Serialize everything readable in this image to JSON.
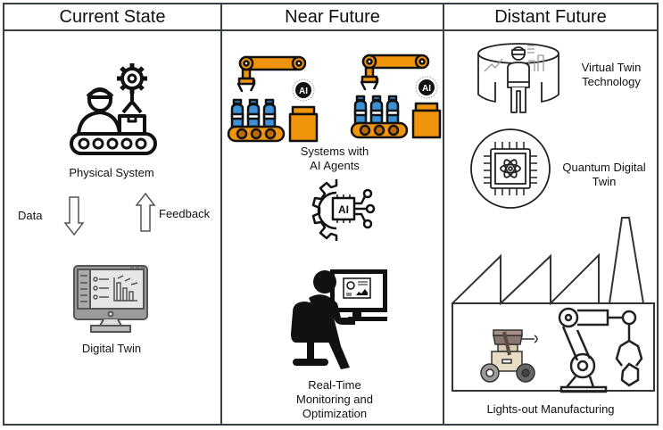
{
  "columns": [
    {
      "title": "Current State"
    },
    {
      "title": "Near Future"
    },
    {
      "title": "Distant Future"
    }
  ],
  "current_state": {
    "physical_system_label": "Physical System",
    "data_label": "Data",
    "feedback_label": "Feedback",
    "digital_twin_label": "Digital Twin"
  },
  "near_future": {
    "ai_badge_text": "AI",
    "ai_agents_label_line1": "Systems with",
    "ai_agents_label_line2": "AI Agents",
    "ai_chip_text": "AI",
    "monitoring_label_line1": "Real-Time",
    "monitoring_label_line2": "Monitoring and",
    "monitoring_label_line3": "Optimization"
  },
  "distant_future": {
    "virtual_twin_label_line1": "Virtual Twin",
    "virtual_twin_label_line2": "Technology",
    "quantum_label_line1": "Quantum Digital",
    "quantum_label_line2": "Twin",
    "lights_out_label": "Lights-out Manufacturing"
  },
  "colors": {
    "border": "#3a3f44",
    "robot_orange": "#f0940c",
    "bottle_blue": "#3d8fd6",
    "icon_black": "#111111",
    "monitor_gray": "#8a8a8a"
  }
}
